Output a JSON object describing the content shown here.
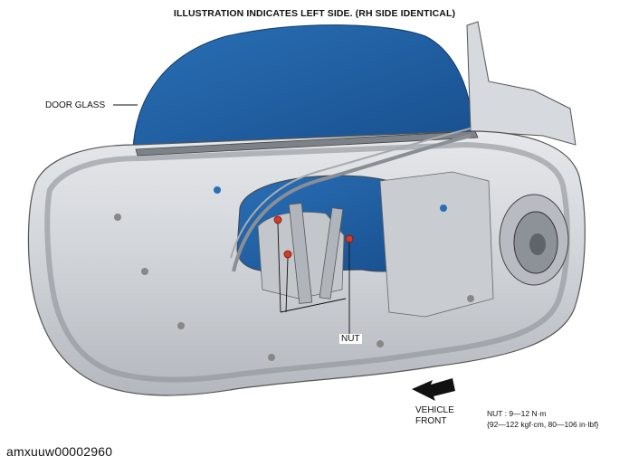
{
  "title": "ILLUSTRATION INDICATES LEFT SIDE. (RH SIDE IDENTICAL)",
  "labels": {
    "door_glass": "DOOR GLASS",
    "nut": "NUT",
    "vehicle": "VEHICLE",
    "front": "FRONT"
  },
  "torque": {
    "line1": "NUT : 9—12 N·m",
    "line2": "{92—122 kgf·cm, 80—106 in·lbf}"
  },
  "figure_code": "amxuuw00002960",
  "colors": {
    "glass": "#1f5fa3",
    "door_panel": "#cfd2d6",
    "door_shadow": "#a9adb3",
    "nut_marker": "#d23a2a",
    "arrow": "#111111"
  }
}
